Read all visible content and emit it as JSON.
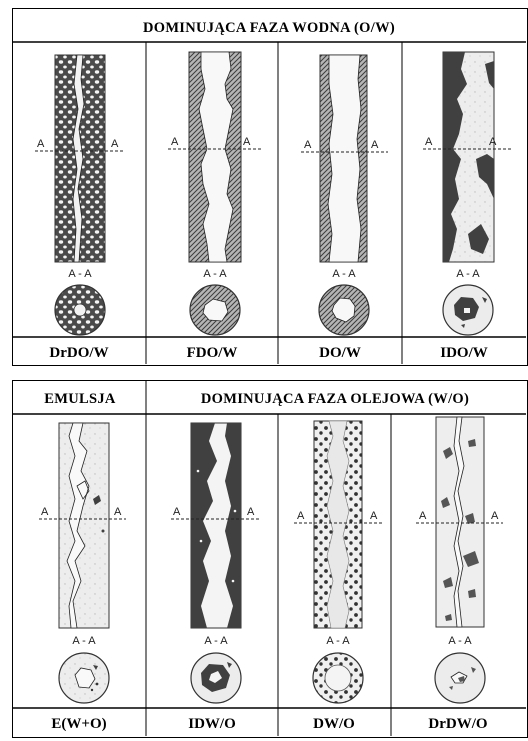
{
  "top": {
    "title": "DOMINUJĄCA FAZA WODNA (O/W)",
    "section_marker": "A",
    "section_label": "A - A",
    "panels": [
      {
        "label": "DrDO/W"
      },
      {
        "label": "FDO/W"
      },
      {
        "label": "DO/W"
      },
      {
        "label": "IDO/W"
      }
    ]
  },
  "bottom": {
    "title_left": "EMULSJA",
    "title_right": "DOMINUJĄCA FAZA OLEJOWA (W/O)",
    "section_marker": "A",
    "section_label": "A - A",
    "panels": [
      {
        "label": "E(W+O)"
      },
      {
        "label": "IDW/O"
      },
      {
        "label": "DW/O"
      },
      {
        "label": "DrDW/O"
      }
    ]
  },
  "colors": {
    "dark_fill": "#4a4a4a",
    "hatch_fill": "#8a8a8a",
    "light_fill": "#ebebeb",
    "line": "#000000"
  }
}
